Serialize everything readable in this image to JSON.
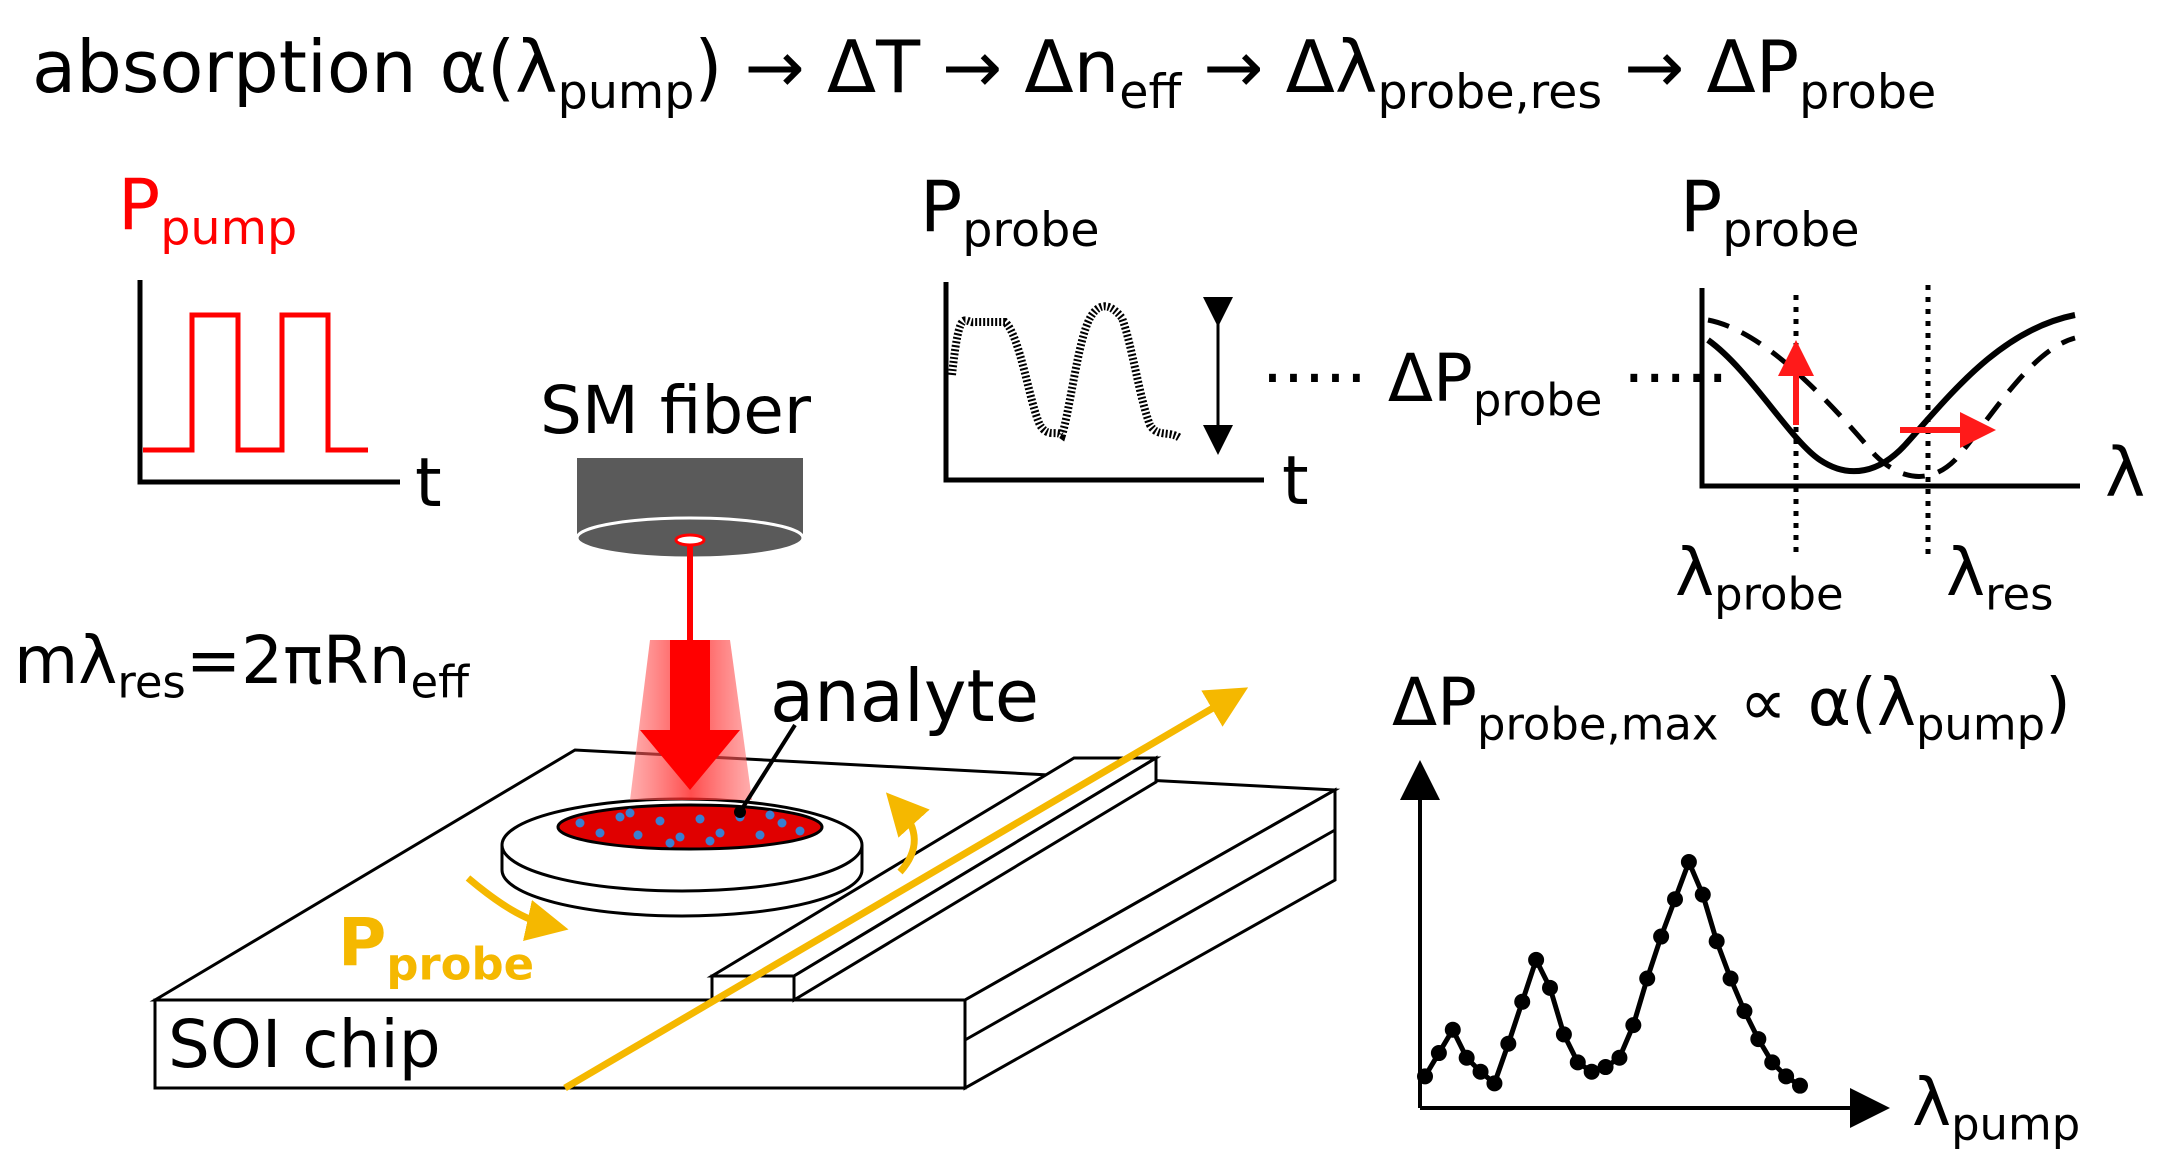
{
  "header_chain": {
    "steps": [
      {
        "base": "absorption α(λ",
        "sub": "pump",
        "tail": ")"
      },
      {
        "base": "ΔT",
        "sub": "",
        "tail": ""
      },
      {
        "base": "Δn",
        "sub": "eff",
        "tail": ""
      },
      {
        "base": "Δλ",
        "sub": "probe,res",
        "tail": ""
      },
      {
        "base": "ΔP",
        "sub": "probe",
        "tail": ""
      }
    ],
    "arrow": "→"
  },
  "pump_plot": {
    "ylabel_base": "P",
    "ylabel_sub": "pump",
    "xlabel": "t",
    "color": "#ff0000"
  },
  "probe_time_plot": {
    "ylabel_base": "P",
    "ylabel_sub": "probe",
    "xlabel": "t"
  },
  "delta_probe": {
    "dots_left": "·····",
    "base": "ΔP",
    "sub": "probe",
    "dots_right": "·····"
  },
  "spectrum_plot": {
    "ylabel_base": "P",
    "ylabel_sub": "probe",
    "xlabel": "λ",
    "marker1_base": "λ",
    "marker1_sub": "probe",
    "marker2_base": "λ",
    "marker2_sub": "res",
    "arrow_color": "#ff1a1a"
  },
  "fiber": {
    "label": "SM fiber",
    "body_color": "#5a5a5a",
    "beam_color": "#ff0000"
  },
  "resonance_equation": {
    "p1": "mλ",
    "s1": "res",
    "p2": "=2πRn",
    "s2": "eff"
  },
  "analyte": {
    "label": "analyte",
    "disk_color": "#e00000",
    "particle_color": "#3a7fd0"
  },
  "probe_light": {
    "base": "P",
    "sub": "probe",
    "color": "#f5b800"
  },
  "chip": {
    "label": "SOI chip"
  },
  "absorption_plot": {
    "title_base": "ΔP",
    "title_sub": "probe,max",
    "title_prop": "∝ α(λ",
    "title_sub2": "pump",
    "title_tail": ")",
    "xlabel_base": "λ",
    "xlabel_sub": "pump",
    "chart_data": {
      "type": "scatter",
      "x": [
        0,
        1,
        2,
        3,
        4,
        5,
        6,
        7,
        8,
        9,
        10,
        11,
        12,
        13,
        14,
        15,
        16,
        17,
        18,
        19,
        20,
        21,
        22,
        23,
        24,
        25,
        26,
        27
      ],
      "values": [
        0.08,
        0.18,
        0.28,
        0.16,
        0.1,
        0.05,
        0.22,
        0.4,
        0.58,
        0.46,
        0.26,
        0.14,
        0.1,
        0.12,
        0.16,
        0.3,
        0.5,
        0.68,
        0.84,
        1.0,
        0.86,
        0.66,
        0.5,
        0.36,
        0.24,
        0.14,
        0.08,
        0.04
      ],
      "xlabel": "λpump",
      "ylabel": "ΔPprobe,max"
    }
  }
}
